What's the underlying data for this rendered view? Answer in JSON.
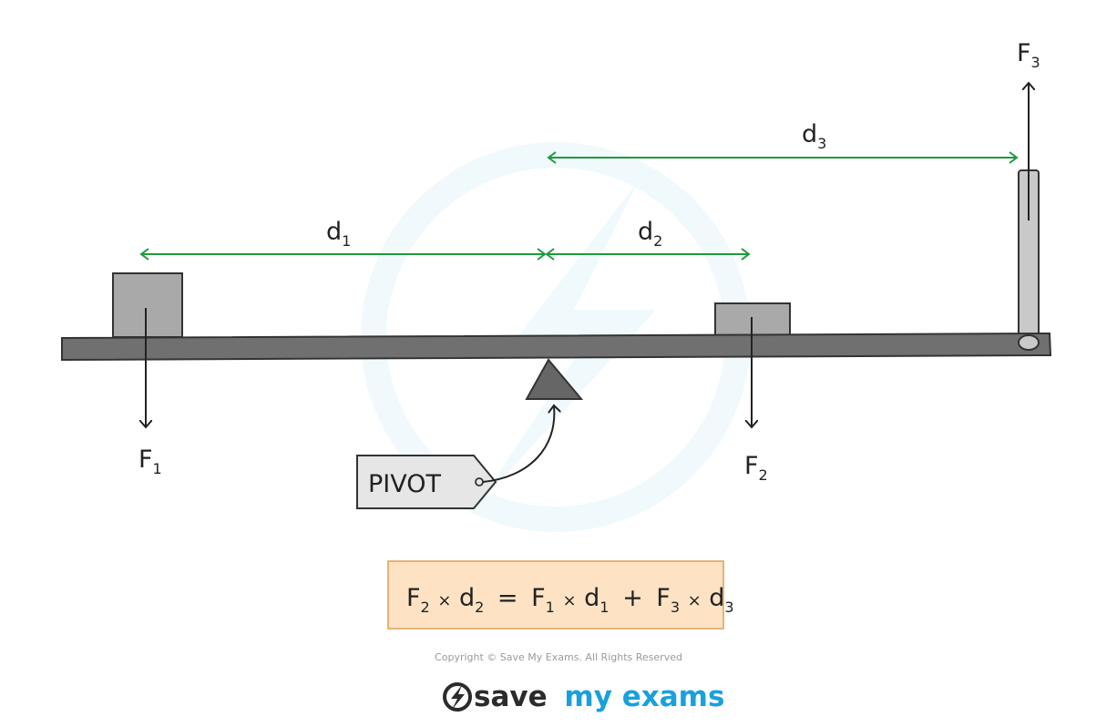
{
  "diagram": {
    "forces": [
      {
        "letter": "F",
        "subscript": "1"
      },
      {
        "letter": "F",
        "subscript": "2"
      },
      {
        "letter": "F",
        "subscript": "3"
      }
    ],
    "distances": [
      {
        "letter": "d",
        "subscript": "1"
      },
      {
        "letter": "d",
        "subscript": "2"
      },
      {
        "letter": "d",
        "subscript": "3"
      }
    ],
    "pivot_label": "PIVOT",
    "equation": {
      "lhs": [
        {
          "letter": "F",
          "subscript": "2"
        },
        {
          "letter": "d",
          "subscript": "2"
        }
      ],
      "rhs1": [
        {
          "letter": "F",
          "subscript": "1"
        },
        {
          "letter": "d",
          "subscript": "1"
        }
      ],
      "rhs2": [
        {
          "letter": "F",
          "subscript": "3"
        },
        {
          "letter": "d",
          "subscript": "3"
        }
      ],
      "times": "×",
      "equals": "=",
      "plus": "+"
    },
    "colors": {
      "distance_arrow": "#1f9a3c",
      "beam": "#707070",
      "weight_fill": "#a9a9a9",
      "pivot_fill": "#666666",
      "equation_box": "#fde3c4",
      "equation_border": "#e8b27a",
      "brand_dark": "#2b2b2b",
      "brand_blue": "#1aa0dc"
    }
  },
  "footer": {
    "copyright": "Copyright © Save My Exams. All Rights Reserved",
    "brand_part1": "save",
    "brand_part2": "my exams"
  }
}
